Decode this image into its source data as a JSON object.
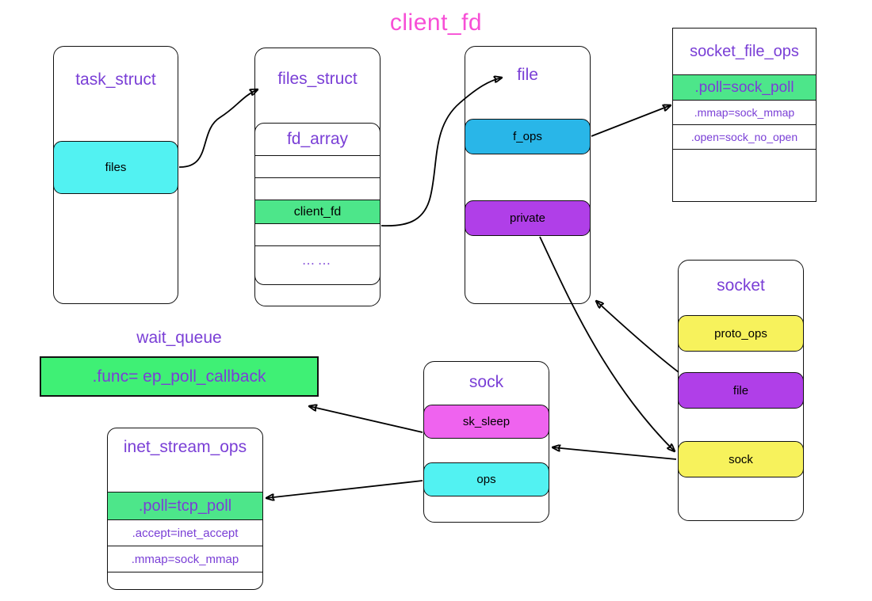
{
  "title": "client_fd",
  "colors": {
    "title_pink": "#f74fd6",
    "struct_label_purple": "#7a3fd6",
    "green_highlight": "#4de68a",
    "wait_queue_green": "#3ff075",
    "cyan": "#52f2f2",
    "blue": "#29b6e8",
    "purple": "#b03fe8",
    "yellow": "#f7f25c",
    "pink": "#ef63ef",
    "stroke": "#111111"
  },
  "structs": {
    "task_struct": {
      "label": "task_struct",
      "fields": [
        {
          "label": "files",
          "color": "cyan"
        }
      ]
    },
    "files_struct": {
      "label": "files_struct",
      "fd_array": {
        "label": "fd_array",
        "rows": [
          {
            "label": ""
          },
          {
            "label": ""
          },
          {
            "label": "client_fd",
            "highlight": true
          },
          {
            "label": ""
          },
          {
            "label": "……"
          }
        ]
      }
    },
    "file": {
      "label": "file",
      "fields": [
        {
          "label": "f_ops",
          "color": "blue"
        },
        {
          "label": "private",
          "color": "purple"
        }
      ]
    },
    "socket_file_ops": {
      "label": "socket_file_ops",
      "rows": [
        {
          "label": ".poll=sock_poll",
          "highlight": true
        },
        {
          "label": ".mmap=sock_mmap",
          "highlight": false
        },
        {
          "label": ".open=sock_no_open",
          "highlight": false
        },
        {
          "label": "",
          "highlight": false
        }
      ]
    },
    "socket": {
      "label": "socket",
      "fields": [
        {
          "label": "proto_ops",
          "color": "yellow"
        },
        {
          "label": "file",
          "color": "purple"
        },
        {
          "label": "sock",
          "color": "yellow"
        }
      ]
    },
    "sock": {
      "label": "sock",
      "fields": [
        {
          "label": "sk_sleep",
          "color": "pink"
        },
        {
          "label": "ops",
          "color": "cyan"
        }
      ]
    },
    "wait_queue": {
      "label": "wait_queue",
      "entry": ".func= ep_poll_callback"
    },
    "inet_stream_ops": {
      "label": "inet_stream_ops",
      "rows": [
        {
          "label": ".poll=tcp_poll",
          "highlight": true
        },
        {
          "label": ".accept=inet_accept",
          "highlight": false
        },
        {
          "label": ".mmap=sock_mmap",
          "highlight": false
        },
        {
          "label": "",
          "highlight": false
        }
      ]
    }
  },
  "connections": [
    {
      "from": "task_struct.files",
      "to": "files_struct"
    },
    {
      "from": "files_struct.client_fd",
      "to": "file"
    },
    {
      "from": "file.f_ops",
      "to": "socket_file_ops.poll"
    },
    {
      "from": "file.private",
      "to": "socket.sock"
    },
    {
      "from": "socket.file",
      "to": "file"
    },
    {
      "from": "socket.sock",
      "to": "sock"
    },
    {
      "from": "sock.sk_sleep",
      "to": "wait_queue"
    },
    {
      "from": "sock.ops",
      "to": "inet_stream_ops.poll"
    }
  ]
}
